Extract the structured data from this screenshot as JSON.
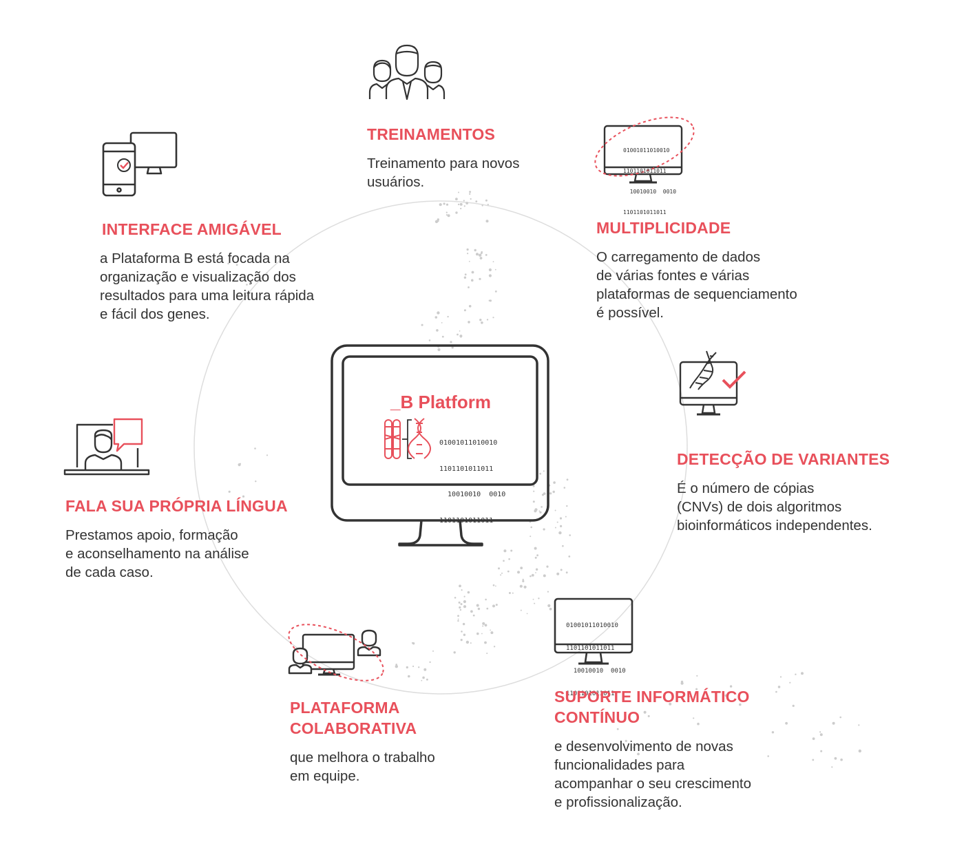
{
  "center": {
    "title": "_B Platform",
    "binary": [
      "01001011010010",
      "1101101011011",
      "  10010010  0010",
      "1101101011011"
    ]
  },
  "features": {
    "treinamentos": {
      "title": [
        "TREINAMENTOS"
      ],
      "desc": [
        "Treinamento para novos",
        "usuários."
      ],
      "icon": "team-icon"
    },
    "multiplicidade": {
      "title": [
        "MULTIPLICIDADE"
      ],
      "desc": [
        "O carregamento de dados",
        "de várias fontes e várias",
        "plataformas de sequenciamento",
        "é possível."
      ],
      "icon": "binary-monitor-orbit-icon",
      "binary": [
        "01001011010010",
        "1101101011011",
        "  10010010  0010",
        "1101101011011"
      ]
    },
    "interface": {
      "title": [
        "INTERFACE AMIGÁVEL"
      ],
      "desc": [
        "a Plataforma B está focada na",
        "organização e visualização dos",
        "resultados para uma leitura rápida",
        "e fácil dos genes."
      ],
      "icon": "devices-icon"
    },
    "deteccao": {
      "title": [
        "DETECÇÃO DE VARIANTES"
      ],
      "desc": [
        "É o número de cópias",
        "(CNVs) de dois algoritmos",
        "bioinformáticos independentes."
      ],
      "icon": "dna-monitor-check-icon"
    },
    "fala": {
      "title": [
        "FALA SUA PRÓPRIA LÍNGUA"
      ],
      "desc": [
        "Prestamos apoio, formação",
        "e aconselhamento na análise",
        "de cada caso."
      ],
      "icon": "support-chat-icon"
    },
    "colaborativa": {
      "title": [
        "PLATAFORMA",
        "COLABORATIVA"
      ],
      "desc": [
        "que melhora o trabalho",
        "em equipe."
      ],
      "icon": "collaboration-icon"
    },
    "suporte": {
      "title": [
        "SUPORTE INFORMÁTICO",
        "CONTÍNUO"
      ],
      "desc": [
        "e desenvolvimento de novas",
        "funcionalidades para",
        "acompanhar o seu crescimento",
        "e profissionalização."
      ],
      "icon": "binary-monitor-icon",
      "binary": [
        "01001011010010",
        "1101101011011",
        "  10010010  0010",
        "1101101011011"
      ]
    }
  },
  "colors": {
    "accent": "#e8505b",
    "ink": "#333333",
    "ring": "#dddddd"
  }
}
